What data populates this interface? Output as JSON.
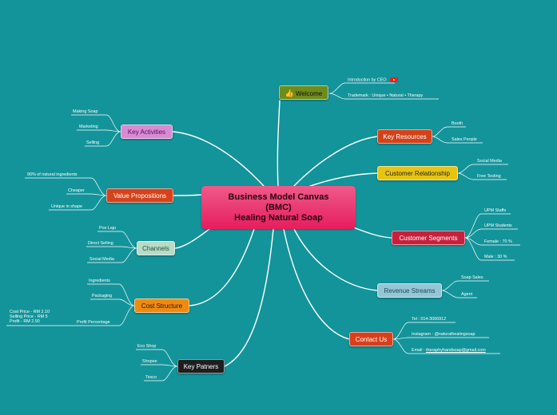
{
  "center": {
    "line1": "Business Model Canvas",
    "line2": "(BMC)",
    "line3": "Healing Natural Soap"
  },
  "nodes": {
    "welcome": {
      "label": "Welcome",
      "icon": "thumbs-up-icon"
    },
    "key_resources": {
      "label": "Key Resources"
    },
    "customer_relationship": {
      "label": "Customer Relationship"
    },
    "customer_segments": {
      "label": "Customer Segments"
    },
    "revenue_streams": {
      "label": "Revenue Streams"
    },
    "contact_us": {
      "label": "Contact Us"
    },
    "key_activities": {
      "label": "Key Activities"
    },
    "value_propositions": {
      "label": "Value Propositions"
    },
    "channels": {
      "label": "Channels"
    },
    "cost_structure": {
      "label": "Cost Structure"
    },
    "key_patners": {
      "label": "Key Patners"
    }
  },
  "leaves": {
    "welcome": [
      "Introduction by CEO",
      "Trademark : Unique • Natural • Therapy"
    ],
    "key_resources": [
      "Booth",
      "Sales People"
    ],
    "customer_relationship": [
      "Social Media",
      "Free Testing"
    ],
    "customer_segments": [
      "UPM Staffs",
      "UPM Students",
      "Female : 70 %",
      "Male : 30 %"
    ],
    "revenue_streams": [
      "Soap Sales",
      "Agent"
    ],
    "contact_us": [
      "Tel : 014-3066912",
      "Instagram : @naturalhealingsoap",
      "Email : ",
      "theraphyhandsoap@gmail.com"
    ],
    "key_activities": [
      "Making Soap",
      "Marketing",
      "Selling"
    ],
    "value_propositions": [
      "90% of natural ingredients",
      "Cheaper",
      "Unique in shape"
    ],
    "channels": [
      "Pos Laju",
      "Direct Selling",
      "Social Media"
    ],
    "cost_structure": [
      "Ingredients",
      "Packaging",
      "Profit Percentage"
    ],
    "cost_detail": [
      "Cost Price - RM 2.10",
      "Selling Price - RM 5",
      "Profit - RM 2.90"
    ],
    "key_patners": [
      "Eco Shop",
      "Shopee",
      "Tesco"
    ]
  },
  "colors": {
    "background": "#13949a",
    "welcome": "#6e8c1c",
    "key_resources": "#d2421a",
    "customer_relationship": "#e8c410",
    "customer_segments": "#c8203c",
    "revenue_streams": "#94c6d6",
    "contact_us": "#d8401c",
    "key_activities": "#d88ad4",
    "value_propositions": "#d6421a",
    "channels": "#b6dcc8",
    "cost_structure": "#f08a0e",
    "key_patners": "#1e1e1e"
  }
}
